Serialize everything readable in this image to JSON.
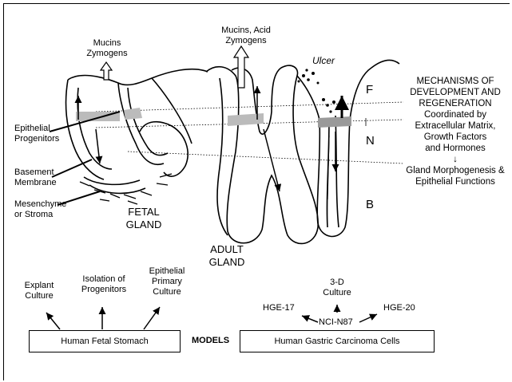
{
  "secretions": {
    "fetal": [
      "Mucins",
      "Zymogens"
    ],
    "adult": [
      "Mucins, Acid",
      "Zymogens"
    ]
  },
  "ulcer_label": "Ulcer",
  "left_labels": {
    "progenitors": [
      "Epithelial",
      "Progenitors"
    ],
    "basement": [
      "Basement",
      "Membrane"
    ],
    "mesenchyme": [
      "Mesenchyme",
      "or Stroma"
    ]
  },
  "gland_labels": {
    "fetal": [
      "FETAL",
      "GLAND"
    ],
    "adult": [
      "ADULT",
      "GLAND"
    ]
  },
  "zones": {
    "f": "F",
    "n": "N",
    "b": "B"
  },
  "mechanisms": {
    "lines": [
      "MECHANISMS OF",
      "DEVELOPMENT AND",
      "REGENERATION",
      "Coordinated by",
      "Extracellular Matrix,",
      "Growth Factors",
      "and Hormones",
      "↓",
      "Gland Morphogenesis &",
      "Epithelial Functions"
    ]
  },
  "models": {
    "center_label": "MODELS",
    "fetal_box": "Human Fetal Stomach",
    "carcinoma_box": "Human Gastric Carcinoma Cells",
    "fetal_branches": {
      "explant": [
        "Explant",
        "Culture"
      ],
      "isolation": [
        "Isolation of",
        "Progenitors"
      ],
      "primary": [
        "Epithelial",
        "Primary",
        "Culture"
      ]
    },
    "carcinoma_branches": {
      "three_d": [
        "3-D",
        "Culture"
      ],
      "hge17": "HGE-17",
      "ncin87": "NCI-N87",
      "hge20": "HGE-20"
    }
  }
}
